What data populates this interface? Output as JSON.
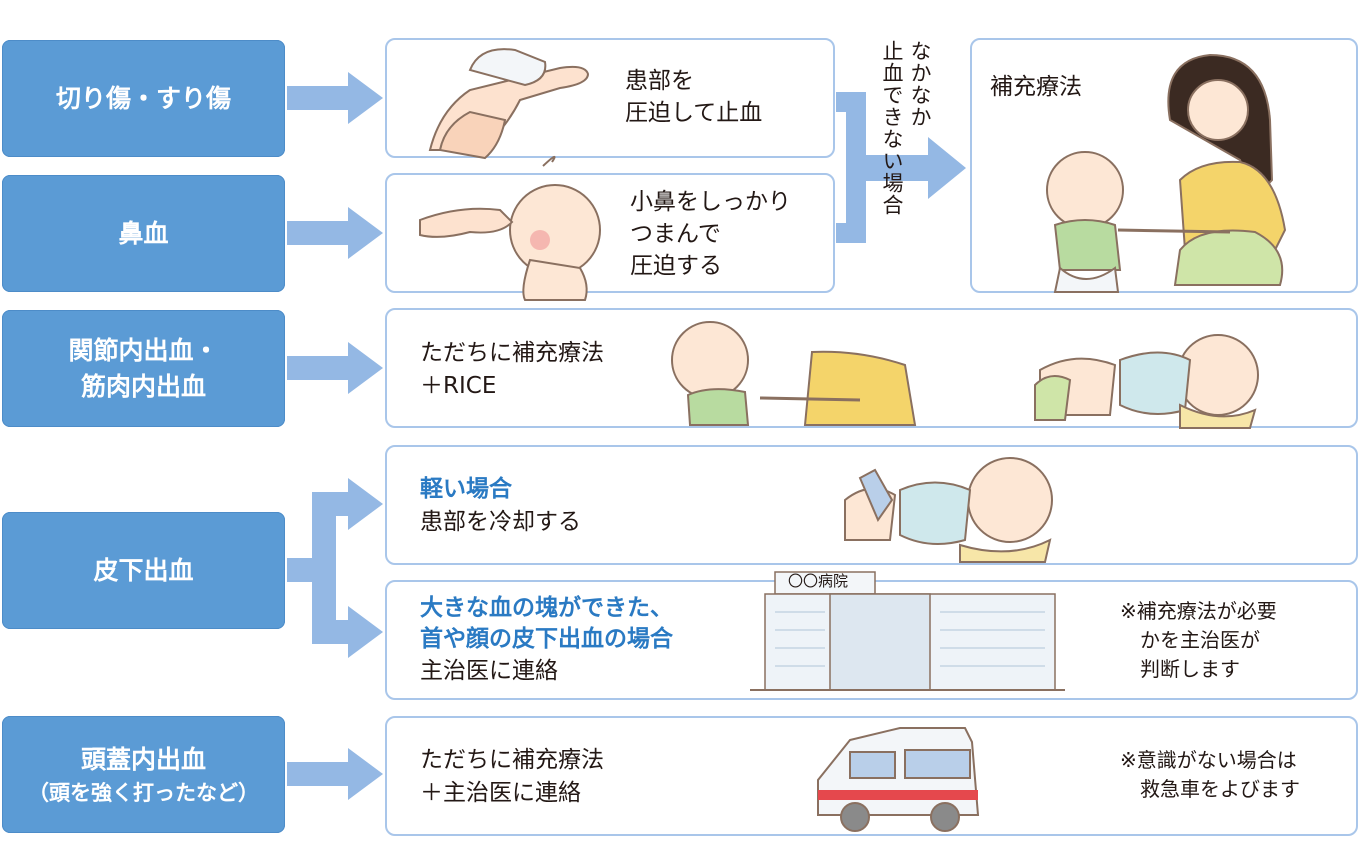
{
  "categories": {
    "cut": "切り傷・すり傷",
    "nose": "鼻血",
    "joint_1": "関節内出血・",
    "joint_2": "筋肉内出血",
    "subq": "皮下出血",
    "head_1": "頭蓋内出血",
    "head_2": "（頭を強く打ったなど）"
  },
  "actions": {
    "cut_1": "患部を",
    "cut_2": "圧迫して止血",
    "nose_1": "小鼻をしっかり",
    "nose_2": "つまんで",
    "nose_3": "圧迫する",
    "joint_1": "ただちに補充療法",
    "joint_2": "＋RICE",
    "mild_title": "軽い場合",
    "mild_text": "患部を冷却する",
    "severe_title_1": "大きな血の塊ができた、",
    "severe_title_2": "首や顔の皮下出血の場合",
    "severe_text": "主治医に連絡",
    "head_1": "ただちに補充療法",
    "head_2": "＋主治医に連絡"
  },
  "vertical_label": {
    "col1": "なかなか",
    "col2": "止血できない場合"
  },
  "therapy_label": "補充療法",
  "notes": {
    "subq_1": "※補充療法が必要",
    "subq_2": "かを主治医が",
    "subq_3": "判断します",
    "head_1": "※意識がない場合は",
    "head_2": "救急車をよびます"
  },
  "hospital_sign": "〇〇病院",
  "colors": {
    "category_fill": "#5b9bd5",
    "box_border": "#a9c6ea",
    "arrow": "#94b8e4",
    "highlight_text": "#2a7ac3"
  }
}
